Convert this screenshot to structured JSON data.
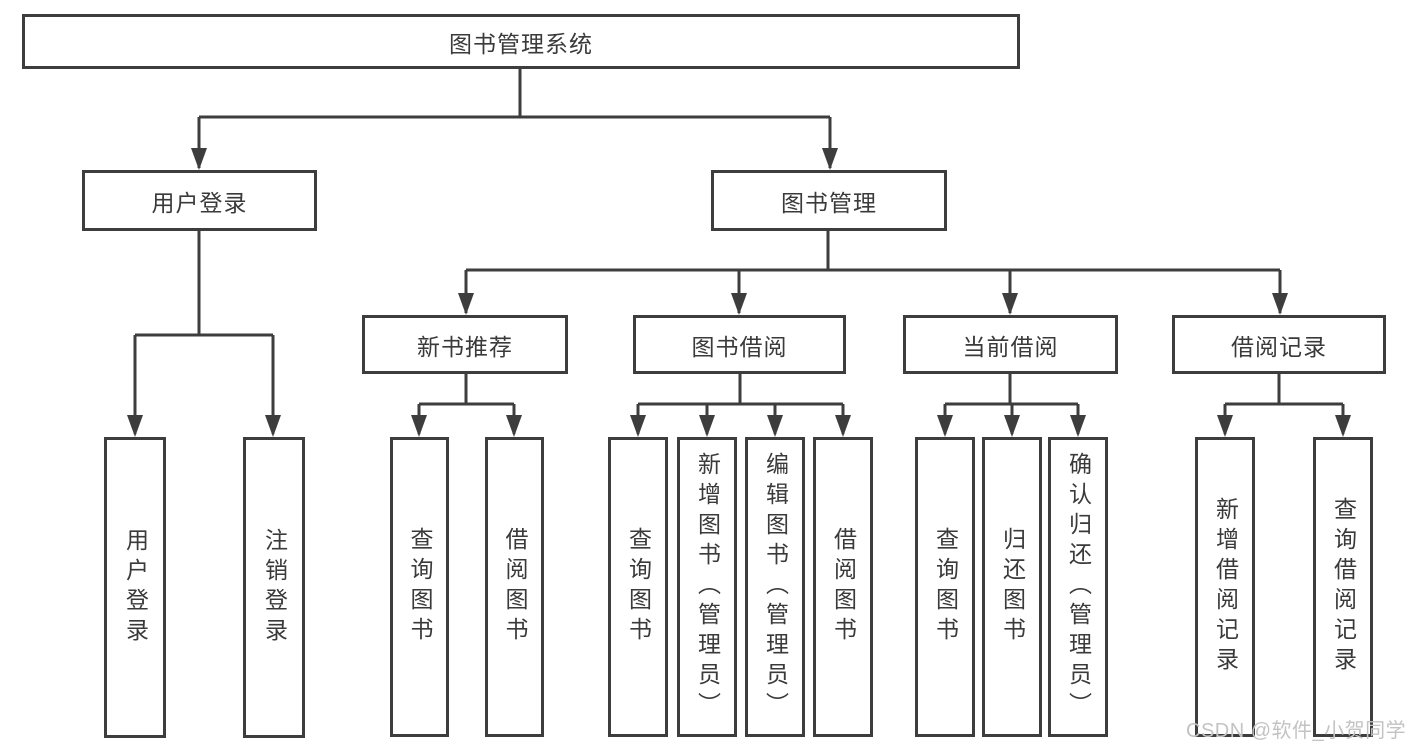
{
  "tree": {
    "root": "图书管理系统",
    "branches": [
      {
        "label": "用户登录",
        "children": [
          "用户登录",
          "注销登录"
        ]
      },
      {
        "label": "图书管理",
        "subbranches": [
          {
            "label": "新书推荐",
            "children": [
              "查询图书",
              "借阅图书"
            ]
          },
          {
            "label": "图书借阅",
            "children": [
              "查询图书",
              "新增图书（管理员）",
              "编辑图书（管理员）",
              "借阅图书"
            ]
          },
          {
            "label": "当前借阅",
            "children": [
              "查询图书",
              "归还图书",
              "确认归还（管理员）"
            ]
          },
          {
            "label": "借阅记录",
            "children": [
              "新增借阅记录",
              "查询借阅记录"
            ]
          }
        ]
      }
    ]
  },
  "watermark": "CSDN @软件_小贺同学",
  "colors": {
    "line": "#3d3d3d",
    "text": "#3a3a3a",
    "box_background": "#ffffff",
    "watermark": "#c3c3c3"
  }
}
